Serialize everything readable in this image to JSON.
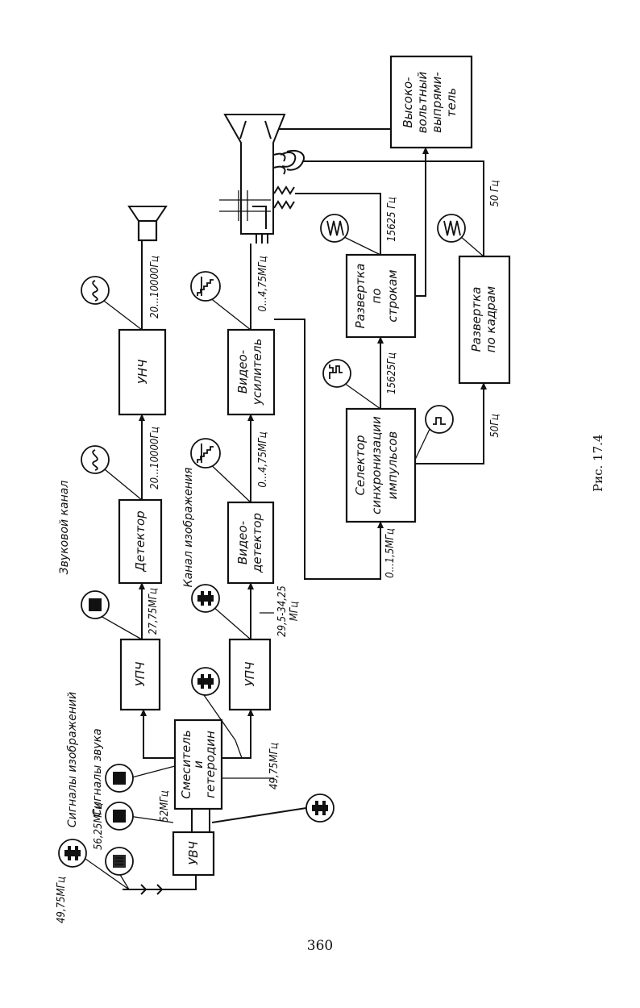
{
  "figure": {
    "caption": "Рис. 17.4",
    "page_number": "360",
    "sections": {
      "sound_channel": "Звуковой канал",
      "video_channel": "Канал изображения",
      "image_signals": "Сигналы изображений",
      "sound_signals": "Сигналы звука"
    },
    "blocks": {
      "uvch": "УВЧ",
      "mixer": [
        "Смеситель",
        "и",
        "гетеродин"
      ],
      "upch_sound": "УПЧ",
      "upch_video": "УПЧ",
      "detector": "Детектор",
      "unch": "УНЧ",
      "video_detector": [
        "Видео-",
        "детектор"
      ],
      "video_amp": [
        "Видео-",
        "усилитель"
      ],
      "sync_selector": [
        "Селектор",
        "синхронизации",
        "импульсов"
      ],
      "line_scan": [
        "Развертка",
        "по",
        "строкам"
      ],
      "frame_scan": [
        "Развертка",
        "по кадрам"
      ],
      "hv_rectifier": [
        "Высоко-",
        "вольтный",
        "выпрями-",
        "тель"
      ]
    },
    "frequencies": {
      "f_in_image": "49,75МГц",
      "f_in_sound": "56,25МГц",
      "f_52": "52МГц",
      "f_49_75": "49,75МГц",
      "f_27_75": "27,75МГц",
      "f_20_10000_a": "20...10000Гц",
      "f_20_10000_b": "20...10000Гц",
      "f_29_34_a": "29,5-34,25",
      "f_29_34_b": "МГц",
      "f_0_4_75_a": "0...4,75МГц",
      "f_0_4_75_b": "0...4,75МГц",
      "f_0_1_5": "0...1,5МГц",
      "f_15625_a": "15625Гц",
      "f_15625_b": "15625 Гц",
      "f_50_a": "50Гц",
      "f_50_b": "50 Гц"
    }
  }
}
